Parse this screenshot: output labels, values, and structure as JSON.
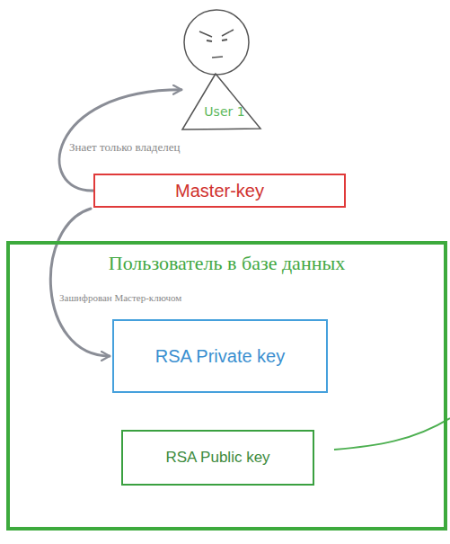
{
  "diagram": {
    "nodes": [
      {
        "text": [
          "User 1"
        ]
      },
      {
        "text": [
          "Master-key"
        ]
      },
      {
        "text": [
          "Пользователь в базе данных"
        ]
      },
      {
        "text": [
          "RSA Private key"
        ],
        "in": 2
      },
      {
        "text": [
          "RSA Public key"
        ],
        "in": 2
      }
    ],
    "edges": [
      {
        "from": 1,
        "to": 0,
        "arrow": "to"
      },
      {
        "from": 1,
        "to": 3,
        "arrow": "to"
      }
    ],
    "labels": [
      "Знает только владелец",
      "Зашифрован Мастер-ключом"
    ]
  }
}
